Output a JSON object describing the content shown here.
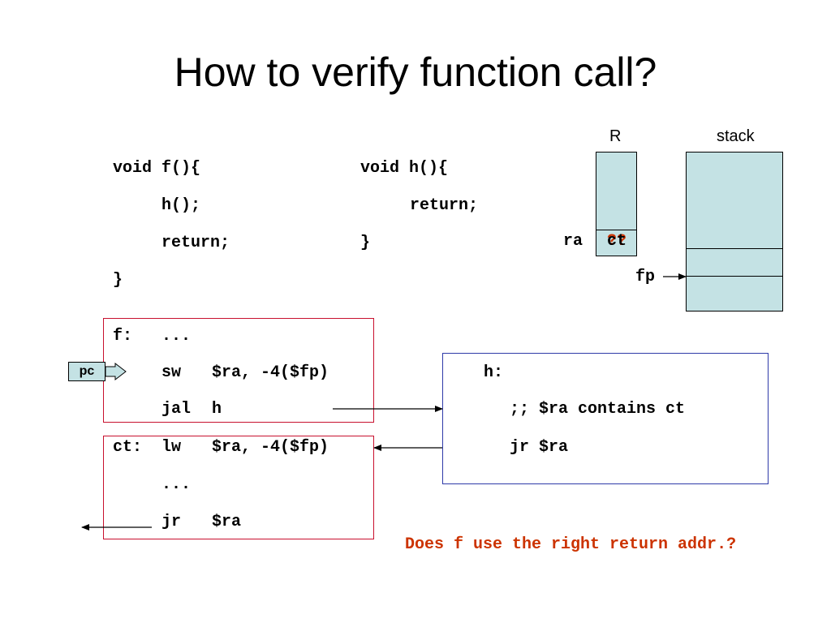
{
  "title": "How to verify function call?",
  "source_f": {
    "line1": "void f(){",
    "line2": "h();",
    "line3": "return;",
    "line4": "}"
  },
  "source_h": {
    "line1": "void h(){",
    "line2": "return;",
    "line3": "}"
  },
  "registers": {
    "header": "R",
    "ra_label": "ra",
    "ra_value": "ct",
    "ra_overlay": "??"
  },
  "stack": {
    "header": "stack",
    "fp_label": "fp"
  },
  "asm_f": {
    "label": "f:",
    "line1": "...",
    "line2_op": "sw",
    "line2_args": "$ra, -4($fp)",
    "line3_op": "jal",
    "line3_args": "h"
  },
  "asm_ct": {
    "label": "ct:",
    "line1_op": "lw",
    "line1_args": "$ra, -4($fp)",
    "line2": "...",
    "line3_op": "jr",
    "line3_args": "$ra"
  },
  "asm_h": {
    "label": "h:",
    "comment": ";; $ra contains ct",
    "line": "jr $ra"
  },
  "pc_label": "pc",
  "question": "Does f use the right return addr.?",
  "colors": {
    "red_box": "#c8102e",
    "blue_box": "#2e3aa8",
    "cell_fill": "#c4e2e4",
    "question": "#cc3300"
  }
}
